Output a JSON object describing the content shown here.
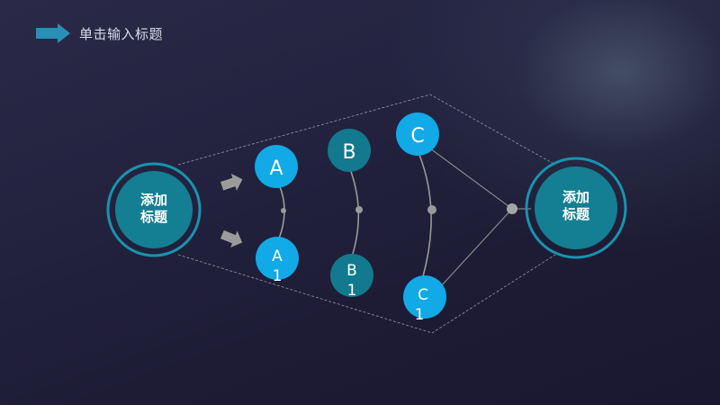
{
  "header": {
    "title": "单击输入标题",
    "icon": "arrow-right-icon",
    "accent": "#2a8fb5"
  },
  "colors": {
    "light_blue": "#11a9e6",
    "dark_teal": "#12798f",
    "hub_fill": "#147f93",
    "hub_ring": "#1893b0",
    "connector_gray": "#9a9a9a",
    "outline": "#a9aab5"
  },
  "left_hub": {
    "line1": "添加",
    "line2": "标题"
  },
  "right_hub": {
    "line1": "添加",
    "line2": "标题"
  },
  "nodes": {
    "a_top": {
      "line1": "A",
      "line2": ""
    },
    "a_bottom": {
      "line1": "A",
      "line2": "1"
    },
    "b_top": {
      "line1": "B",
      "line2": ""
    },
    "b_bottom": {
      "line1": "B",
      "line2": "1"
    },
    "c_top": {
      "line1": "C",
      "line2": ""
    },
    "c_bottom": {
      "line1": "C",
      "line2": "1"
    }
  },
  "arrows": [
    "right-arrow-icon",
    "right-arrow-icon"
  ]
}
